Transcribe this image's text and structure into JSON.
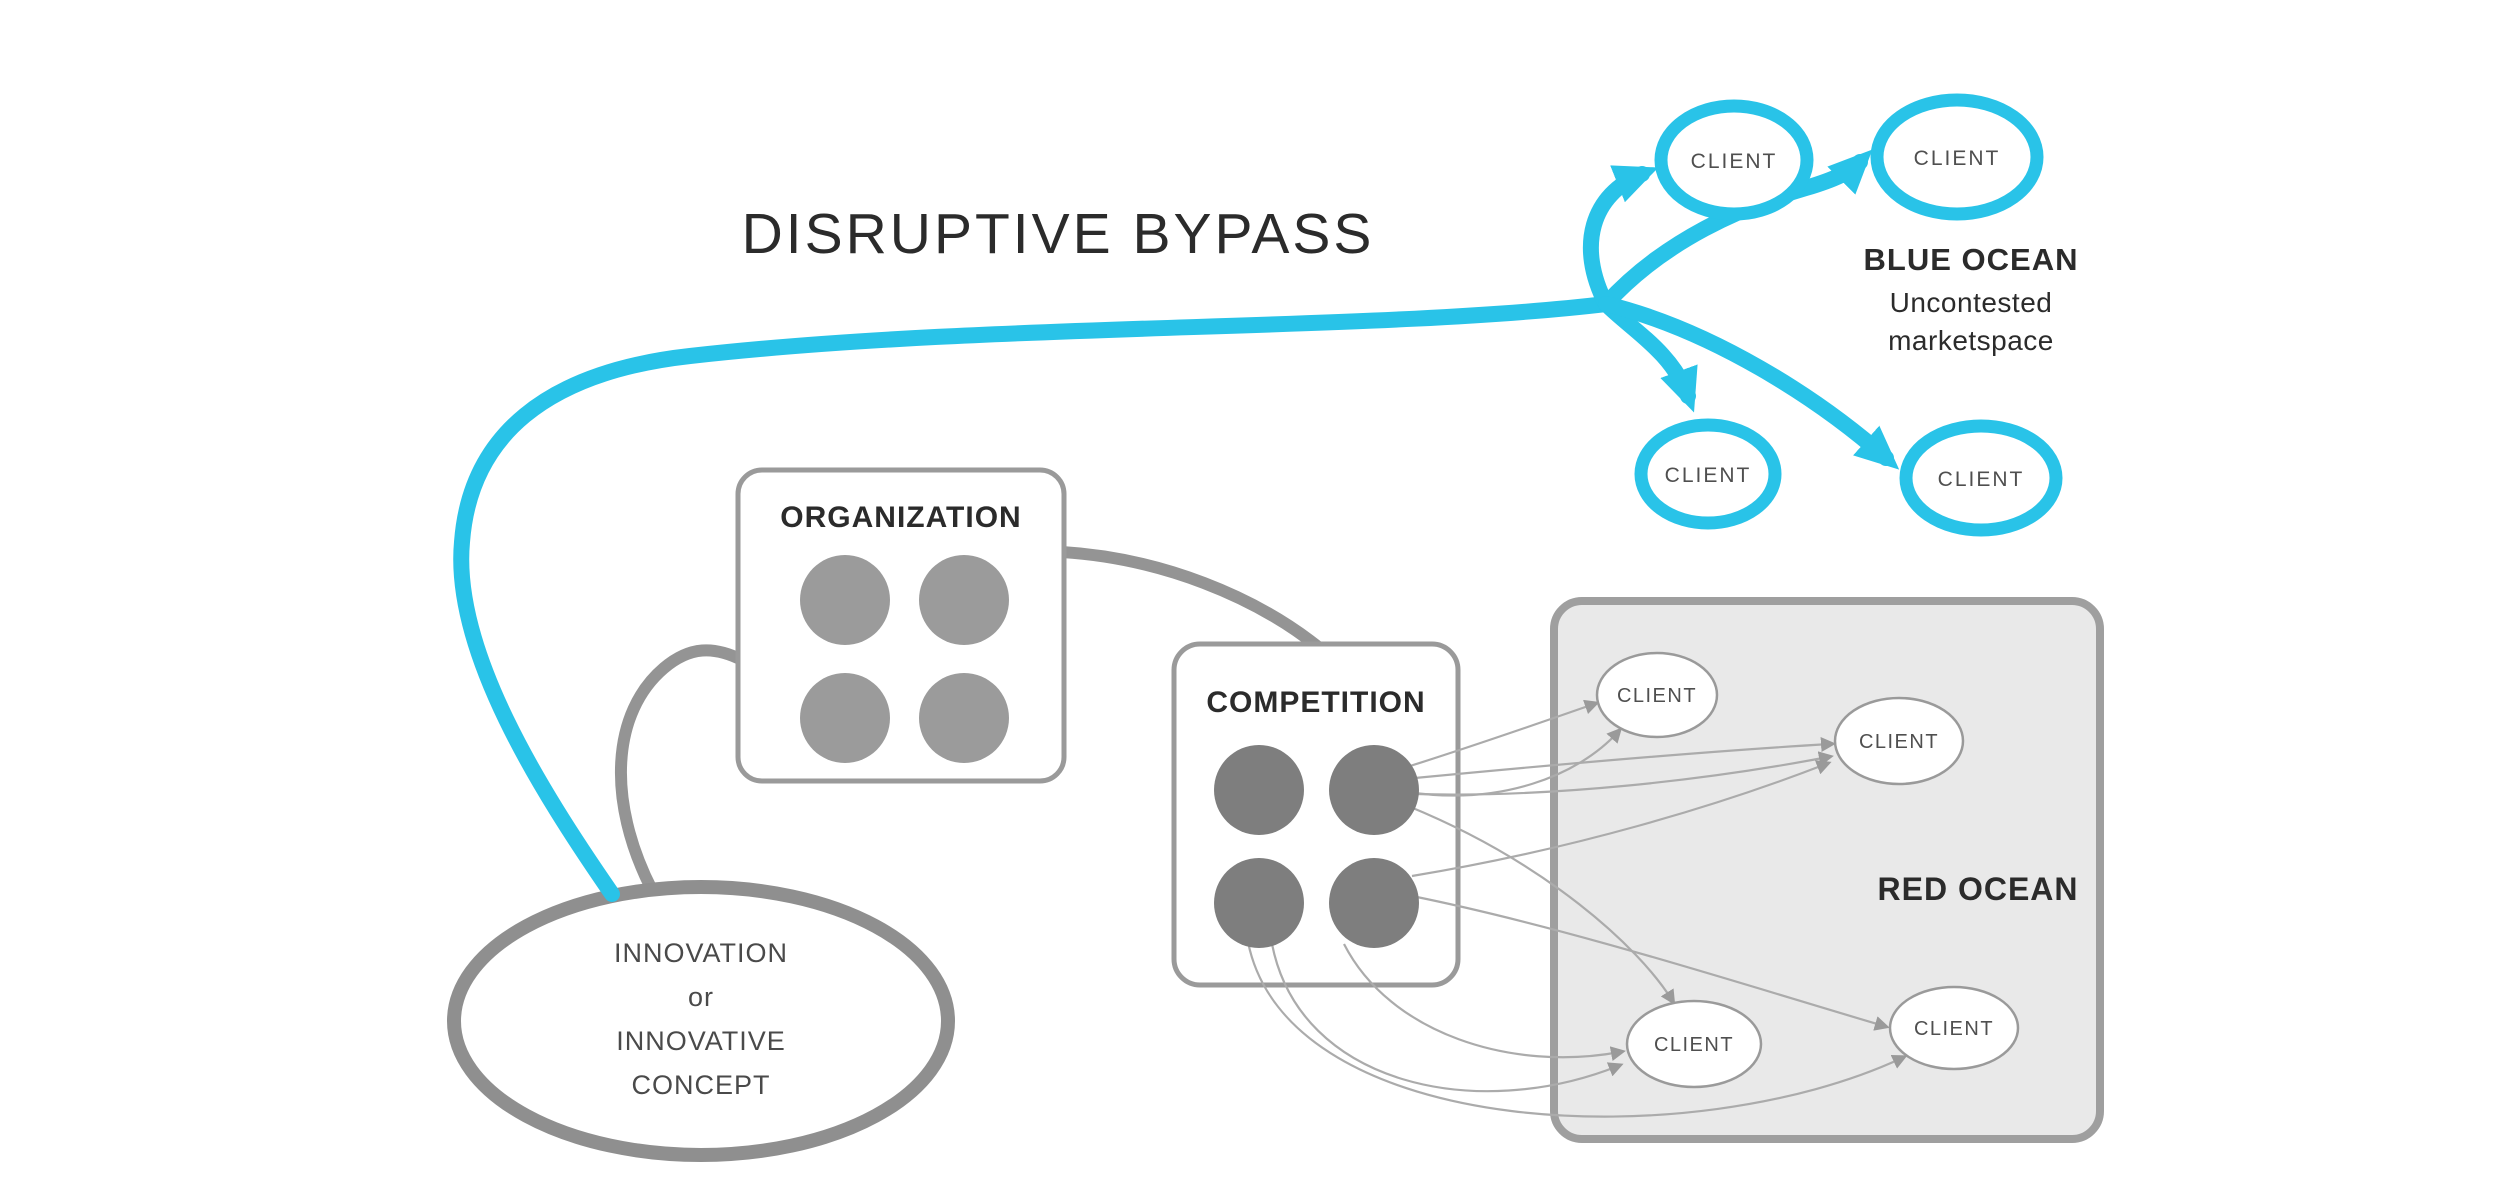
{
  "diagram": {
    "title": "DISRUPTIVE BYPASS",
    "blue_ocean": {
      "heading": "BLUE OCEAN",
      "subtitle_line1": "Uncontested",
      "subtitle_line2": "marketspace",
      "clients": [
        "CLIENT",
        "CLIENT",
        "CLIENT",
        "CLIENT"
      ]
    },
    "organization": {
      "label": "ORGANIZATION"
    },
    "competition": {
      "label": "COMPETITION"
    },
    "red_ocean": {
      "label": "RED OCEAN",
      "clients": [
        "CLIENT",
        "CLIENT",
        "CLIENT",
        "CLIENT"
      ]
    },
    "innovation": {
      "line1": "INNOVATION",
      "line2": "or",
      "line3": "INNOVATIVE",
      "line4": "CONCEPT"
    },
    "colors": {
      "bypass_cyan": "#29c3e8",
      "connector_gray": "#949494",
      "organization_node_gray": "#9b9b9b",
      "competition_node_gray": "#7e7e7e",
      "red_ocean_fill": "#e9e9e9",
      "box_border_gray": "#9a9a9a",
      "text_dark": "#2b2b2b",
      "background": "#ffffff"
    }
  }
}
